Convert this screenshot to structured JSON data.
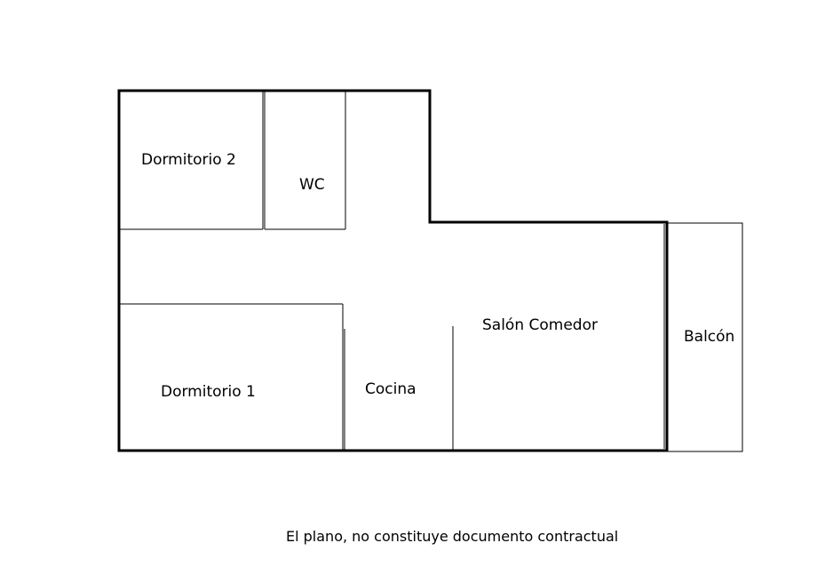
{
  "rooms": {
    "dormitorio_2": "Dormitorio 2",
    "wc": "WC",
    "salon_comedor": "Salón Comedor",
    "balcon": "Balcón",
    "cocina": "Cocina",
    "dormitorio_1": "Dormitorio 1"
  },
  "footer": {
    "note": "El plano, no constituye documento contractual"
  },
  "colors": {
    "walls": "#000000",
    "background": "#ffffff"
  }
}
